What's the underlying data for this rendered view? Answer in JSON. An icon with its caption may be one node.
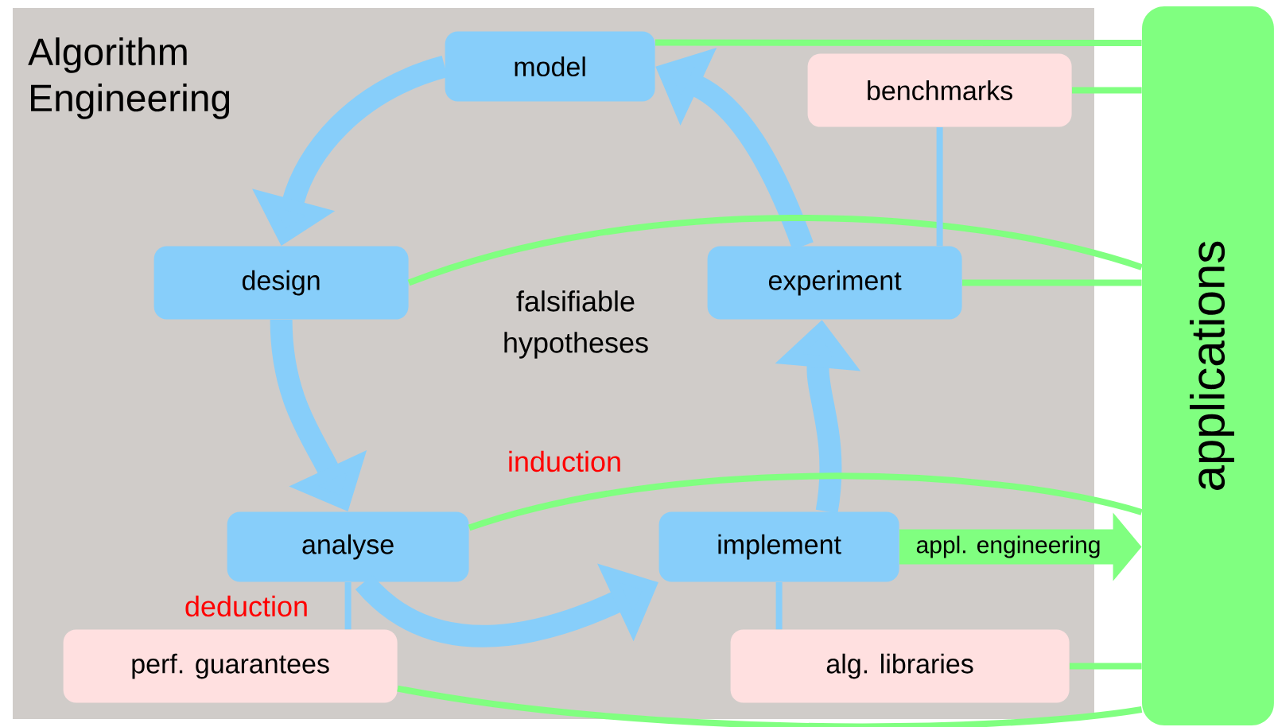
{
  "diagram": {
    "nodes": [
      {
        "text": [
          "Algorithm Engineering"
        ]
      },
      {
        "text": [
          "model"
        ],
        "in": 0
      },
      {
        "text": [
          "benchmarks"
        ],
        "in": 0
      },
      {
        "text": [
          "design"
        ],
        "in": 0
      },
      {
        "text": [
          "experiment"
        ],
        "in": 0
      },
      {
        "text": [
          "analyse"
        ],
        "in": 0
      },
      {
        "text": [
          "implement"
        ],
        "in": 0
      },
      {
        "text": [
          "perf. guarantees"
        ],
        "in": 0
      },
      {
        "text": [
          "alg. libraries"
        ],
        "in": 0
      },
      {
        "text": [
          "applications"
        ]
      }
    ],
    "edges": [
      {
        "from": 1,
        "to": 3,
        "arrow": "to",
        "style": "thick",
        "color": "#87cefa"
      },
      {
        "from": 3,
        "to": 5,
        "arrow": "to",
        "style": "thick",
        "color": "#87cefa"
      },
      {
        "from": 5,
        "to": 6,
        "arrow": "to",
        "style": "thick",
        "color": "#87cefa"
      },
      {
        "from": 6,
        "to": 4,
        "arrow": "to",
        "style": "thick",
        "color": "#87cefa"
      },
      {
        "from": 4,
        "to": 1,
        "arrow": "to",
        "style": "thick",
        "color": "#87cefa"
      },
      {
        "from": 1,
        "to": 9,
        "arrow": "none",
        "color": "#80ff80"
      },
      {
        "from": 2,
        "to": 9,
        "arrow": "none",
        "color": "#80ff80"
      },
      {
        "from": 3,
        "to": 9,
        "arrow": "none",
        "color": "#80ff80"
      },
      {
        "from": 4,
        "to": 9,
        "arrow": "none",
        "color": "#80ff80"
      },
      {
        "from": 5,
        "to": 9,
        "arrow": "none",
        "color": "#80ff80"
      },
      {
        "from": 7,
        "to": 9,
        "arrow": "none",
        "color": "#80ff80"
      },
      {
        "from": 8,
        "to": 9,
        "arrow": "none",
        "color": "#80ff80"
      },
      {
        "from": 2,
        "to": 4,
        "arrow": "none",
        "color": "#87cefa"
      },
      {
        "from": 5,
        "to": 7,
        "arrow": "none",
        "color": "#87cefa"
      },
      {
        "from": 6,
        "to": 8,
        "arrow": "none",
        "color": "#87cefa"
      },
      {
        "from": 6,
        "to": 9,
        "arrow": "to",
        "label": "appl. engineering",
        "style": "thick",
        "color": "#80ff80"
      }
    ],
    "labels": [
      "falsifiable hypotheses",
      "induction",
      "deduction"
    ]
  }
}
